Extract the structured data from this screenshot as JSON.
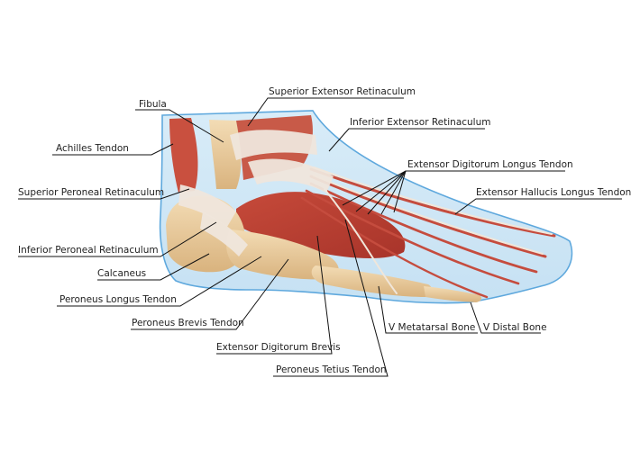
{
  "diagram": {
    "labels": {
      "fibula": "Fibula",
      "superior_extensor_retinaculum": "Superior Extensor Retinaculum",
      "achilles_tendon": "Achilles Tendon",
      "inferior_extensor_retinaculum": "Inferior Extensor Retinaculum",
      "extensor_digitorum_longus_tendon": "Extensor Digitorum Longus Tendon",
      "superior_peroneal_retinaculum": "Superior Peroneal Retinaculum",
      "extensor_hallucis_longus_tendon": "Extensor Hallucis Longus Tendon",
      "inferior_peroneal_retinaculum": "Inferior Peroneal Retinaculum",
      "calcaneus": "Calcaneus",
      "peroneus_longus_tendon": "Peroneus Longus Tendon",
      "peroneus_brevis_tendon": "Peroneus Brevis Tendon",
      "v_metatarsal_bone": "V Metatarsal Bone",
      "v_distal_bone": "V Distal Bone",
      "extensor_digitorum_brevis": "Extensor Digitorum Brevis",
      "peroneus_tetius_tendon": "Peroneus Tetius Tendon"
    }
  }
}
